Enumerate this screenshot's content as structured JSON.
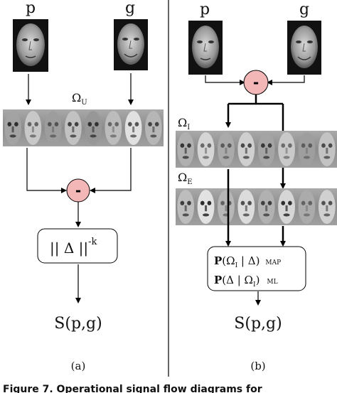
{
  "panel_a": {
    "probe_label": "p",
    "gallery_label": "g",
    "subspace_label": "Ω",
    "subspace_sub": "U",
    "minus_label": "-",
    "norm_text": "|| Δ ||",
    "norm_exp": "-k",
    "score": "S(p,g)",
    "caption": "(a)"
  },
  "panel_b": {
    "probe_label": "p",
    "gallery_label": "g",
    "minus_label": "-",
    "intra_label": "Ω",
    "intra_sub": "I",
    "extra_label": "Ω",
    "extra_sub": "E",
    "map_line": {
      "P": "P",
      "pre": "(Ω",
      "sub": "I",
      "post": " | Δ)",
      "tag": "MAP"
    },
    "ml_line": {
      "P": "P",
      "pre": "(Δ | Ω",
      "sub": "I",
      "post": ")",
      "tag": "ML"
    },
    "score": "S(p,g)",
    "caption": "(b)"
  },
  "figure_caption": "Figure 7. Operational signal flow diagrams for",
  "colors": {
    "minus_fill": "#f4b7b7",
    "line": "#000000",
    "strip_bg": "#8a8a8a"
  }
}
